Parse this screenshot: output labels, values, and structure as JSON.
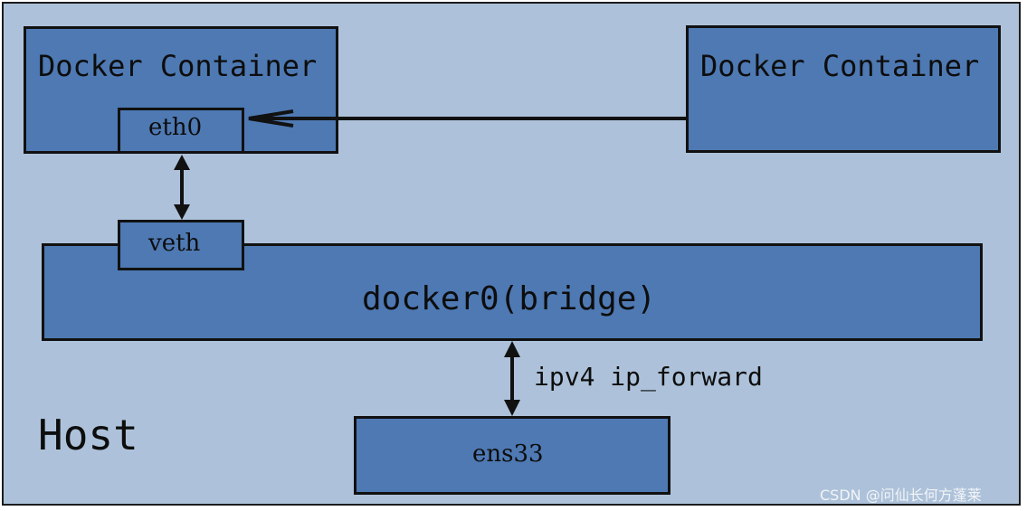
{
  "diagram": {
    "host_label": "Host",
    "container_left_label": "Docker Container",
    "container_right_label": "Docker Container",
    "eth0_label": "eth0",
    "veth_label": "veth",
    "bridge_label": "docker0(bridge)",
    "forward_label": "ipv4 ip_forward",
    "ens33_label": "ens33"
  },
  "watermark": "CSDN @问仙长何方蓬莱",
  "colors": {
    "host_background": "#adc2da",
    "box_fill": "#4e79b3",
    "border": "#111111"
  }
}
